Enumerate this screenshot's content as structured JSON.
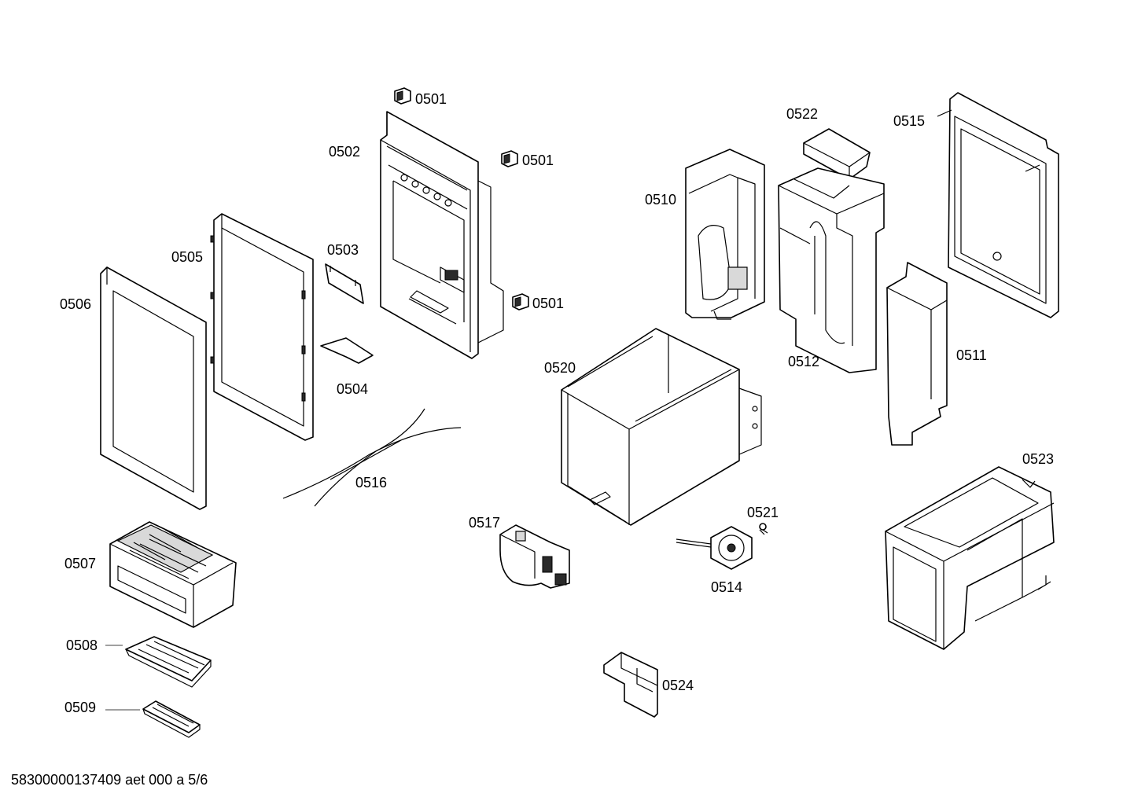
{
  "title": "",
  "labels": {
    "p0501a": "0501",
    "p0501b": "0501",
    "p0501c": "0501",
    "p0502": "0502",
    "p0503": "0503",
    "p0504": "0504",
    "p0505": "0505",
    "p0506": "0506",
    "p0507": "0507",
    "p0508": "0508",
    "p0509": "0509",
    "p0510": "0510",
    "p0511": "0511",
    "p0512": "0512",
    "p0514": "0514",
    "p0515": "0515",
    "p0516": "0516",
    "p0517": "0517",
    "p0520": "0520",
    "p0521": "0521",
    "p0522": "0522",
    "p0523": "0523",
    "p0524": "0524"
  },
  "footer": "58300000137409 aet 000 a 5/6"
}
